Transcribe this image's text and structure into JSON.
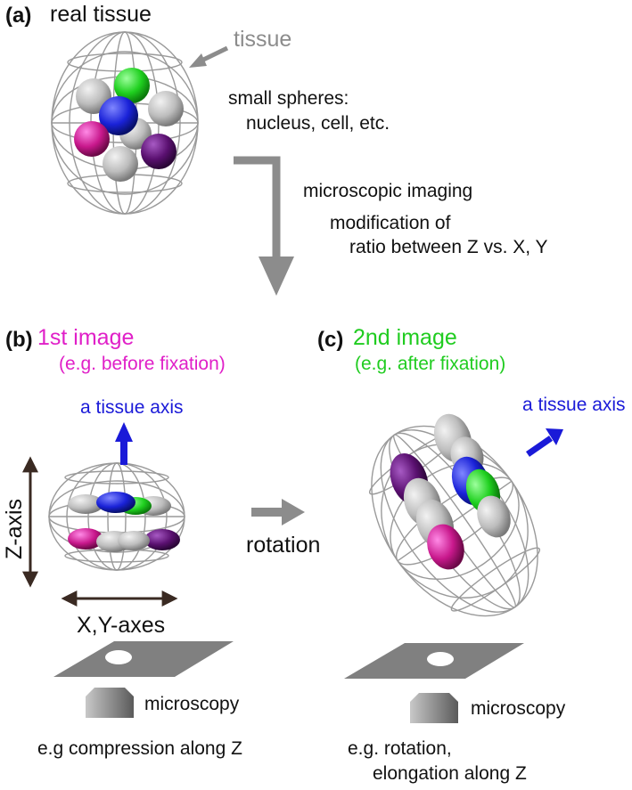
{
  "panel_a": {
    "letter": "(a)",
    "title": "real tissue",
    "tissue_label": "tissue",
    "spheres_label_1": "small spheres:",
    "spheres_label_2": "nucleus, cell, etc."
  },
  "process": {
    "line1": "microscopic imaging",
    "line2": "modification of",
    "line3": "ratio between Z vs. X, Y"
  },
  "panel_b": {
    "letter": "(b)",
    "title": "1st image",
    "subtitle": "(e.g. before fixation)",
    "axis_label": "a tissue axis",
    "z_axis": "Z-axis",
    "xy_axis": "X,Y-axes",
    "microscopy": "microscopy",
    "caption": "e.g compression along Z"
  },
  "middle": {
    "rotation": "rotation"
  },
  "panel_c": {
    "letter": "(c)",
    "title": "2nd image",
    "subtitle": "(e.g. after fixation)",
    "axis_label": "a tissue axis",
    "microscopy": "microscopy",
    "caption_1": "e.g. rotation,",
    "caption_2": "elongation along Z"
  },
  "colors": {
    "magenta": "#e020c8",
    "green": "#20cc20",
    "blue": "#1a1ad8",
    "wire": "#9a9a9a",
    "arrow_gray": "#8c8c8c",
    "sphere_gray": "#bdbdbd",
    "purple": "#5a1070"
  }
}
